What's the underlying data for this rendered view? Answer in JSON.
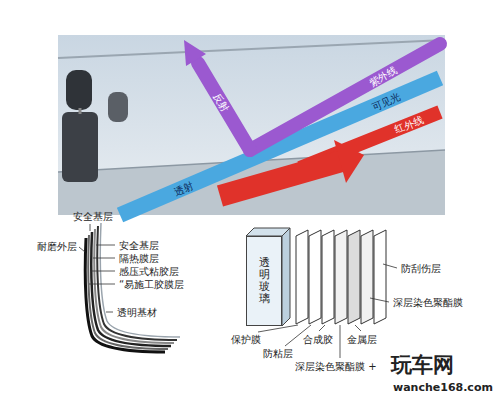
{
  "diagram": {
    "nodes": [
      {
        "text": [
          "透明玻璃"
        ]
      }
    ],
    "labels": [
      "紫外线",
      "可见光",
      "红外线",
      "反射",
      "透射",
      "安全基层",
      "耐磨外层",
      "安全基层",
      "隔热膜层",
      "感压式粘胶层",
      "“易施工胶膜层",
      "透明基材",
      "保护膜",
      "防粘层",
      "合成胶",
      "深层染色聚酯膜 +",
      "金属层",
      "深层染色聚酯膜",
      "防刮伤层",
      "玩车网",
      "wanche168.com"
    ]
  }
}
